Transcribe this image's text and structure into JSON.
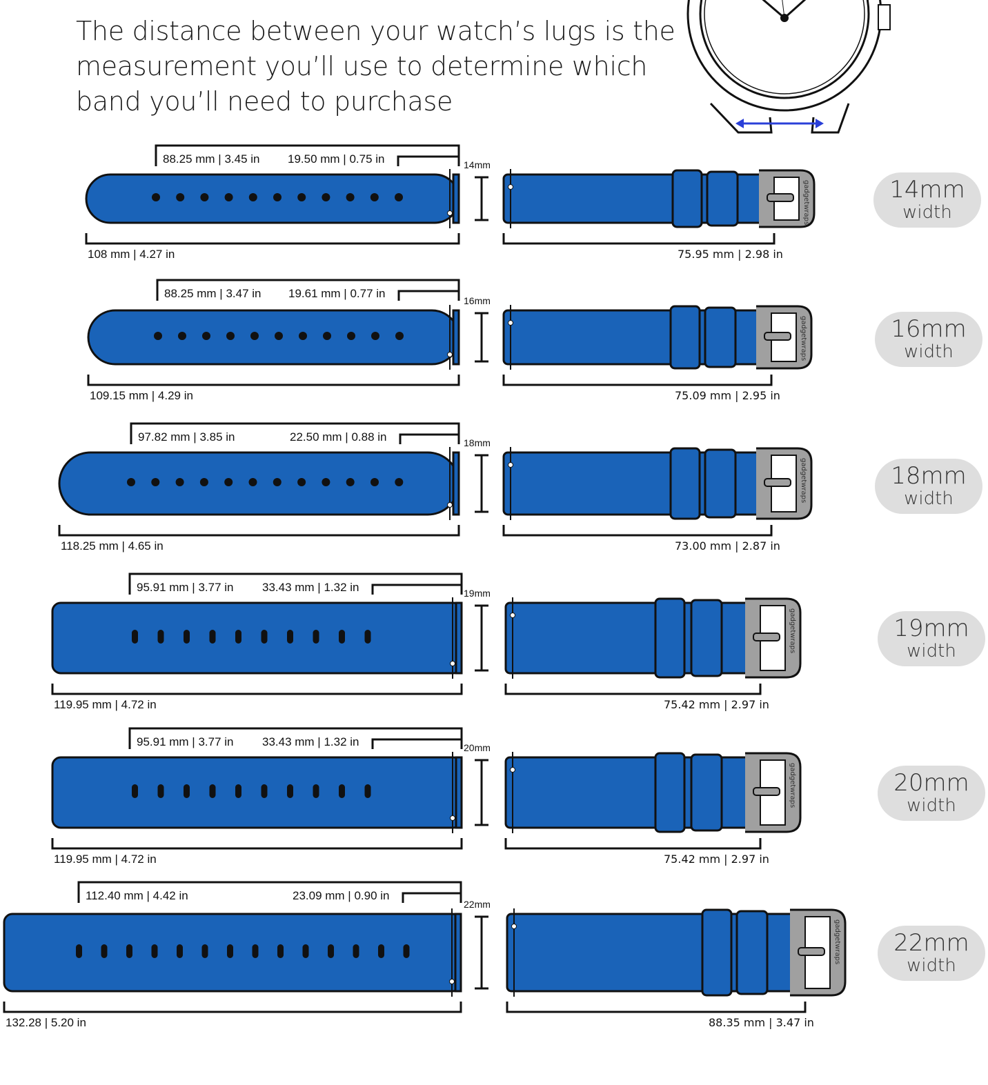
{
  "headline": "The distance between your watch’s lugs is the measurement you’ll use to determine which band you’ll need to purchase",
  "colors": {
    "strap_blue": "#1a63b8",
    "outline": "#111111",
    "buckle_gray": "#a0a0a0",
    "pill_gray": "#dedede",
    "arrow_blue": "#2a3fd8"
  },
  "brand_engraving": "gadgetwraps",
  "rows": [
    {
      "width_label": "14mm",
      "pill_big": "14mm",
      "pill_small": "width",
      "long_total": "108 mm | 4.27 in",
      "long_holes_span": "88.25 mm | 3.45 in",
      "long_tip_span": "19.50 mm | 0.75 in",
      "short_total": "75.95 mm | 2.98 in",
      "holes": 11,
      "hole_shape": "round"
    },
    {
      "width_label": "16mm",
      "pill_big": "16mm",
      "pill_small": "width",
      "long_total": "109.15 mm | 4.29 in",
      "long_holes_span": "88.25 mm | 3.47 in",
      "long_tip_span": "19.61 mm | 0.77 in",
      "short_total": "75.09 mm | 2.95 in",
      "holes": 11,
      "hole_shape": "round"
    },
    {
      "width_label": "18mm",
      "pill_big": "18mm",
      "pill_small": "width",
      "long_total": "118.25 mm | 4.65 in",
      "long_holes_span": "97.82 mm | 3.85 in",
      "long_tip_span": "22.50 mm | 0.88 in",
      "short_total": "73.00 mm | 2.87 in",
      "holes": 12,
      "hole_shape": "round"
    },
    {
      "width_label": "19mm",
      "pill_big": "19mm",
      "pill_small": "width",
      "long_total": "119.95 mm | 4.72 in",
      "long_holes_span": "95.91 mm | 3.77 in",
      "long_tip_span": "33.43 mm | 1.32 in",
      "short_total": "75.42 mm | 2.97 in",
      "holes": 10,
      "hole_shape": "oval"
    },
    {
      "width_label": "20mm",
      "pill_big": "20mm",
      "pill_small": "width",
      "long_total": "119.95 mm | 4.72 in",
      "long_holes_span": "95.91 mm | 3.77 in",
      "long_tip_span": "33.43 mm | 1.32 in",
      "short_total": "75.42 mm | 2.97 in",
      "holes": 10,
      "hole_shape": "oval"
    },
    {
      "width_label": "22mm",
      "pill_big": "22mm",
      "pill_small": "width",
      "long_total": "132.28 | 5.20 in",
      "long_holes_span": "112.40 mm | 4.42 in",
      "long_tip_span": "23.09 mm | 0.90 in",
      "short_total": "88.35 mm | 3.47 in",
      "holes": 14,
      "hole_shape": "oval"
    }
  ]
}
